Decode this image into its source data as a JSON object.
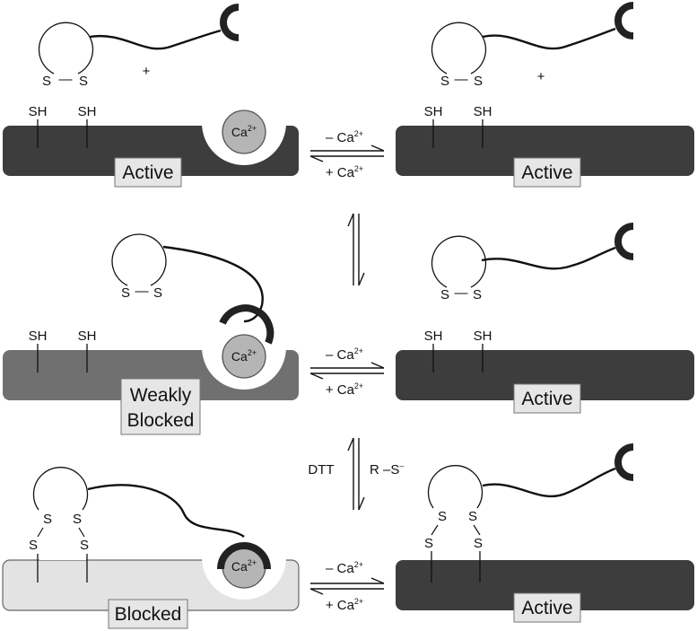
{
  "colors": {
    "active_protein": "#3d3d3d",
    "weakly_blocked_protein": "#707070",
    "blocked_protein": "#e3e3e3",
    "calcium_ion": "#b5b5b5",
    "hook": "#222222",
    "label_background": "#e6e6e6"
  },
  "states": {
    "top_left": {
      "label": "Active"
    },
    "top_right": {
      "label": "Active"
    },
    "mid_left": {
      "label_line1": "Weakly",
      "label_line2": "Blocked"
    },
    "mid_right": {
      "label": "Active"
    },
    "bottom_left": {
      "label": "Blocked"
    },
    "bottom_right": {
      "label": "Active"
    }
  },
  "thiol": {
    "sh": "SH",
    "s": "S",
    "dash": "—"
  },
  "plus": "+",
  "calcium": {
    "base": "Ca",
    "charge": "2+"
  },
  "equilibria": {
    "remove_ca": {
      "prefix": "– Ca",
      "charge": "2+"
    },
    "add_ca": {
      "prefix": "+ Ca",
      "charge": "2+"
    },
    "reducing_agent": "DTT",
    "thiolate": {
      "prefix": "R –S",
      "charge": "–"
    }
  },
  "icons": [
    "hook-icon",
    "disulfide-loop-icon",
    "calcium-ion-icon",
    "equilibrium-arrow-icon"
  ]
}
